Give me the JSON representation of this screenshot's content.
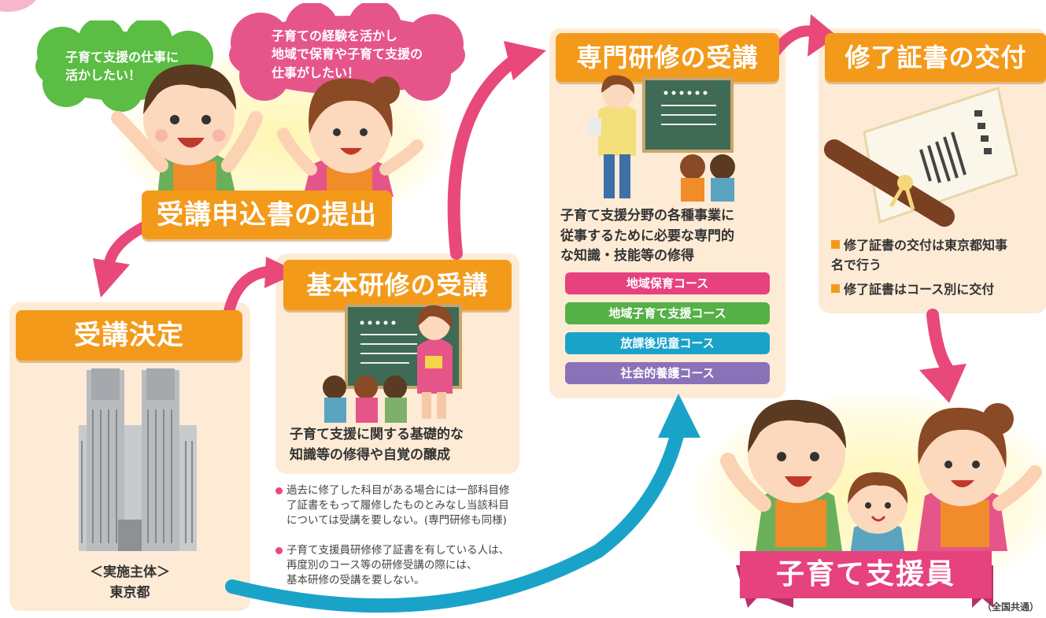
{
  "bubbles": {
    "green": "子育て支援の仕事に\n活かしたい！",
    "pink": "子育ての経験を活かし\n地域で保育や子育て支援の\n仕事がしたい！"
  },
  "steps": {
    "application": "受講申込書の提出",
    "decision": "受講決定",
    "basic": "基本研修の受講",
    "specialized": "専門研修の受講",
    "certificate": "修了証書の交付",
    "result": "子育て支援員"
  },
  "implementer": {
    "label": "＜実施主体＞",
    "name": "東京都"
  },
  "basic_desc": "子育て支援に関する基礎的な\n知識等の修得や自覚の醸成",
  "specialized_desc": "子育て支援分野の各種事業に\n従事するために必要な専門的\nな知識・技能等の修得",
  "courses": [
    {
      "label": "地域保育コース",
      "color": "#e6427e"
    },
    {
      "label": "地域子育て支援コース",
      "color": "#55b046"
    },
    {
      "label": "放課後児童コース",
      "color": "#1aa3c9"
    },
    {
      "label": "社会的養護コース",
      "color": "#8a72b8"
    }
  ],
  "certificate_notes": [
    "修了証書の交付は東京都知事\n名で行う",
    "修了証書はコース別に交付"
  ],
  "notes": [
    "過去に修了した科目がある場合には一部科目修\n了証書をもって履修したものとみなし当該科目\nについては受講を要しない。(専門研修も同様)",
    "子育て支援員研修修了証書を有している人は、\n再度別のコース等の研修受講の際には、\n基本研修の受講を要しない。"
  ],
  "footnote": "（全国共通）",
  "colors": {
    "orange": "#f39a1b",
    "panel": "#fdebd6",
    "pink_arrow": "#e8497a",
    "blue_arrow": "#1aa3c9"
  }
}
